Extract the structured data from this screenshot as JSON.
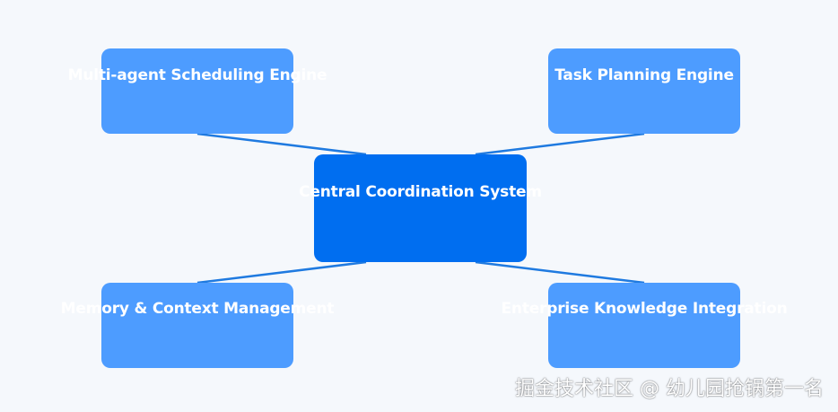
{
  "diagram": {
    "central": {
      "label": "Central Coordination System"
    },
    "nodes": [
      {
        "id": "scheduling",
        "label": "Multi-agent Scheduling Engine"
      },
      {
        "id": "planning",
        "label": "Task Planning Engine"
      },
      {
        "id": "memory",
        "label": "Memory & Context Management"
      },
      {
        "id": "knowledge",
        "label": "Enterprise Knowledge Integration"
      }
    ],
    "connector_color": "#1f7ae0",
    "central_color": "#006ef0",
    "node_color": "#4d9cff",
    "background_color": "#f5f8fc"
  },
  "watermark": {
    "text": "掘金技术社区 @ 幼儿园抢锅第一名"
  }
}
